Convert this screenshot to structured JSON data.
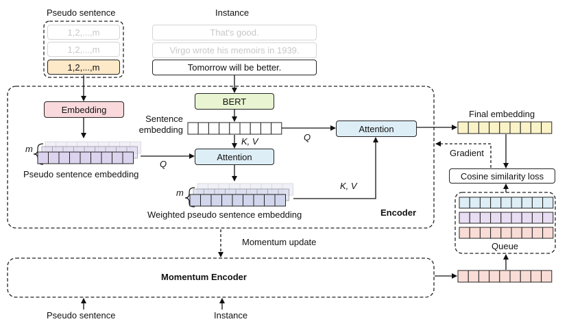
{
  "pseudo_sentence_title": "Pseudo sentence",
  "pseudo_items": [
    "1,2,...,m",
    "1,2,...,m",
    "1,2,...,m"
  ],
  "instance_title": "Instance",
  "instance_items": [
    "That's good.",
    "Virgo wrote his memoirs in 1939.",
    "Tomorrow will be better."
  ],
  "encoder": {
    "embedding": "Embedding",
    "bert": "BERT",
    "sentence_embedding_line1": "Sentence",
    "sentence_embedding_line2": "embedding",
    "kv": "K, V",
    "q": "Q",
    "m": "m",
    "attention": "Attention",
    "pseudo_sentence_embedding": "Pseudo sentence embedding",
    "weighted_pseudo_sentence_embedding": "Weighted pseudo sentence embedding",
    "label": "Encoder"
  },
  "right": {
    "final_embedding": "Final embedding",
    "gradient": "Gradient",
    "cosine_loss": "Cosine similarity loss",
    "queue": "Queue"
  },
  "bottom": {
    "momentum_update": "Momentum update",
    "momentum_encoder": "Momentum Encoder",
    "pseudo_sentence": "Pseudo sentence",
    "instance": "Instance"
  },
  "colors": {
    "pseudo_highlight": "#fde8c8",
    "embedding_box": "#f9d9dc",
    "bert_box": "#e8f4d2",
    "attention_box": "#deeef6",
    "sentence_cells": "#ffffff",
    "pseudo_cells": "#dcd4ee",
    "weighted_cells": "#d2d6ec",
    "final_cells": "#fbf3c8",
    "queue_row1": "#deeef6",
    "queue_row2": "#e8ddf2",
    "queue_row3": "#f9dcd6",
    "momentum_output": "#f9dcd6"
  }
}
